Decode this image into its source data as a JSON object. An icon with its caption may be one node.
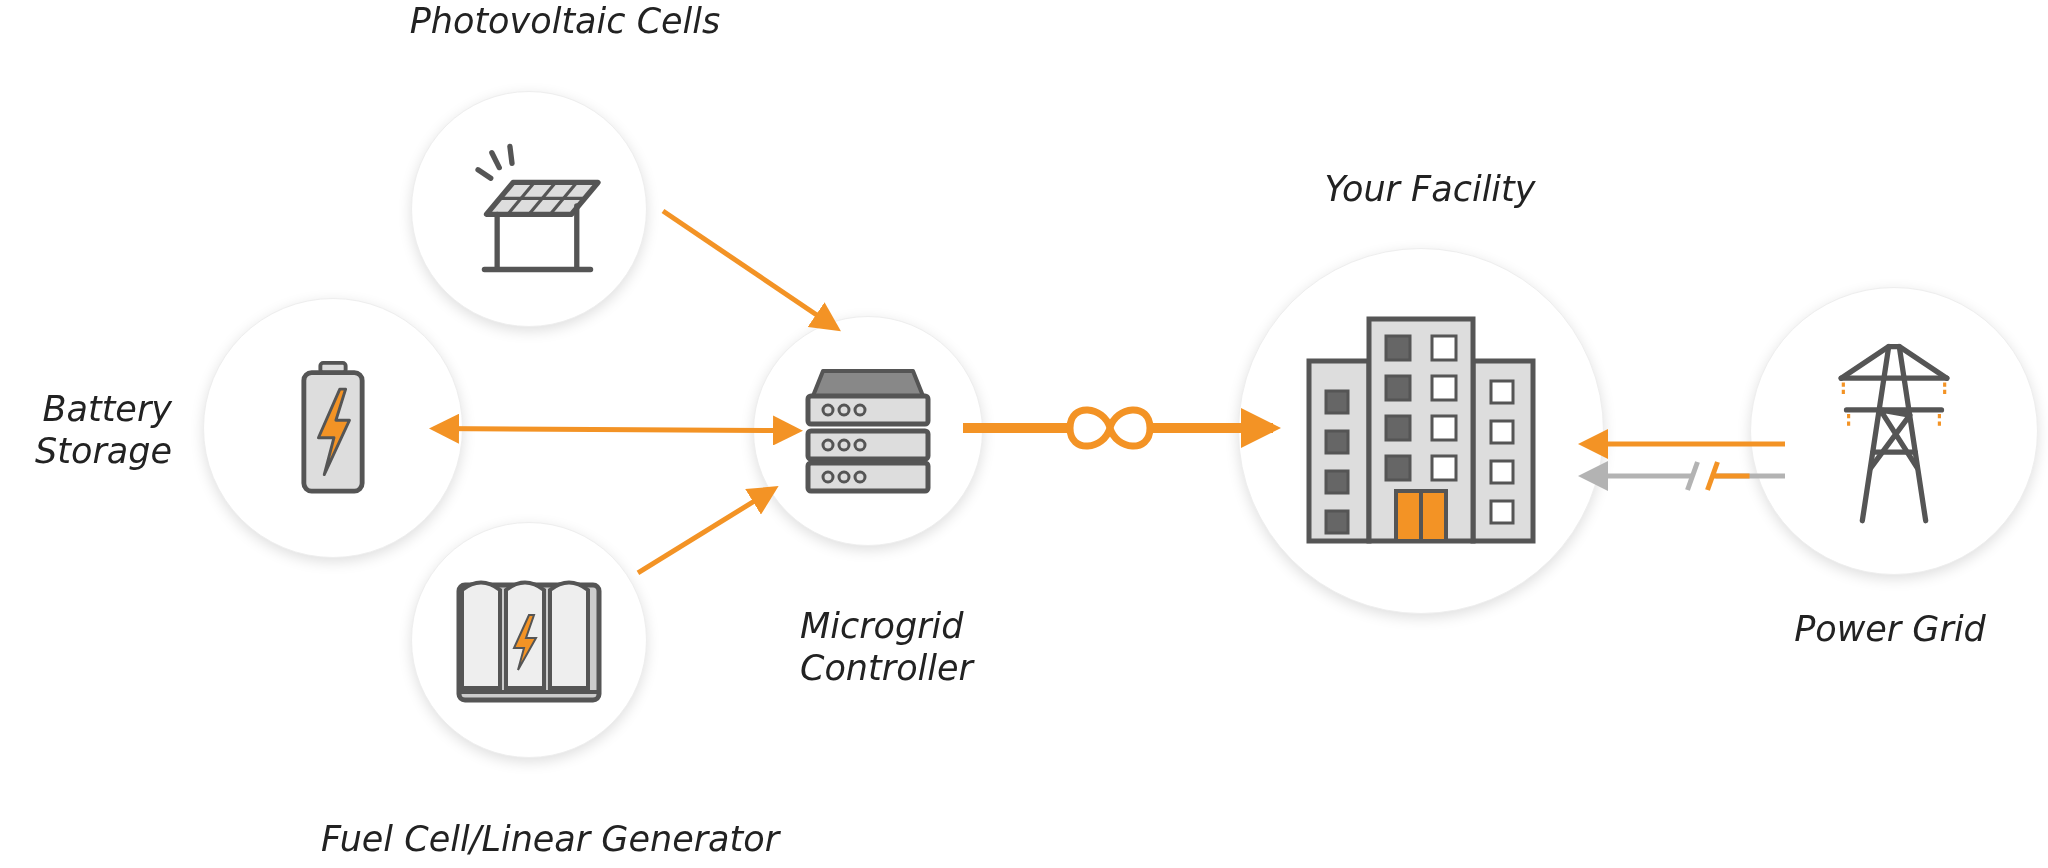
{
  "diagram": {
    "nodes": [
      {
        "text": [
          "Photovoltaic Cells"
        ]
      },
      {
        "text": [
          "Battery Storage"
        ]
      },
      {
        "text": [
          "Fuel Cell/Linear Generator"
        ]
      },
      {
        "text": [
          "Microgrid Controller"
        ]
      },
      {
        "text": [
          "Your Facility"
        ]
      },
      {
        "text": [
          "Power Grid"
        ]
      }
    ],
    "edges": [
      {
        "from": 0,
        "to": 3,
        "arrow": "to"
      },
      {
        "from": 1,
        "to": 3,
        "arrow": "both"
      },
      {
        "from": 2,
        "to": 3,
        "arrow": "to"
      },
      {
        "from": 3,
        "to": 4,
        "arrow": "to",
        "style": "thick"
      },
      {
        "from": 5,
        "to": 4,
        "arrow": "to"
      },
      {
        "from": 5,
        "to": 4,
        "arrow": "to",
        "color": "#b3b3b3"
      }
    ]
  }
}
